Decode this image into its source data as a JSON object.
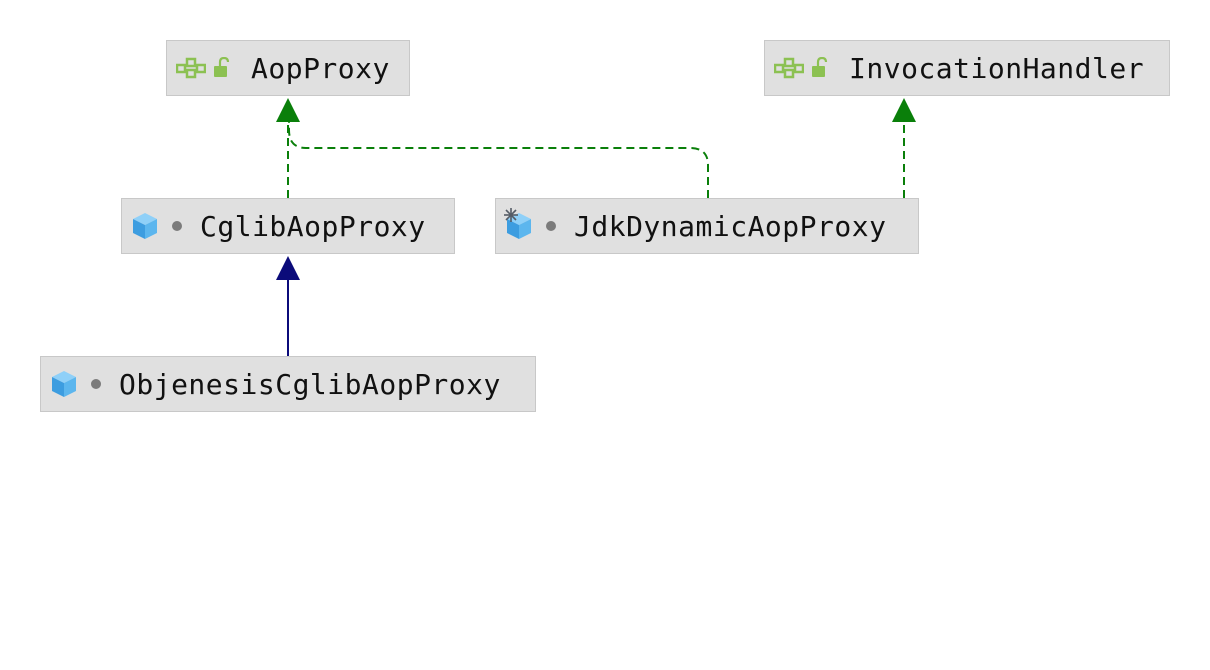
{
  "diagram": {
    "nodes": [
      {
        "id": "aop_proxy",
        "label": "AopProxy",
        "kind": "interface",
        "visibility": "public"
      },
      {
        "id": "invocation_handler",
        "label": "InvocationHandler",
        "kind": "interface",
        "visibility": "public"
      },
      {
        "id": "cglib_aop_proxy",
        "label": "CglibAopProxy",
        "kind": "class",
        "visibility": "package-private"
      },
      {
        "id": "jdk_dynamic_aop_proxy",
        "label": "JdkDynamicAopProxy",
        "kind": "final-class",
        "visibility": "package-private"
      },
      {
        "id": "objenesis_cglib_aop_proxy",
        "label": "ObjenesisCglibAopProxy",
        "kind": "class",
        "visibility": "package-private"
      }
    ],
    "edges": [
      {
        "from": "cglib_aop_proxy",
        "to": "aop_proxy",
        "type": "implements"
      },
      {
        "from": "jdk_dynamic_aop_proxy",
        "to": "aop_proxy",
        "type": "implements"
      },
      {
        "from": "jdk_dynamic_aop_proxy",
        "to": "invocation_handler",
        "type": "implements"
      },
      {
        "from": "objenesis_cglib_aop_proxy",
        "to": "cglib_aop_proxy",
        "type": "extends"
      }
    ],
    "colors": {
      "implements": "#0a7f0a",
      "extends": "#0b0b7a",
      "node_fill": "#e0e0e0",
      "node_border": "#c8c8c8",
      "interface_icon": "#8cc152",
      "class_icon": "#4aa8e8",
      "visibility_dot": "#7b7b7b"
    },
    "icons": {
      "interface": "interface-icon",
      "class": "class-icon",
      "final-class": "final-class-icon",
      "public": "open-lock-icon",
      "package-private": "package-dot-icon"
    }
  }
}
